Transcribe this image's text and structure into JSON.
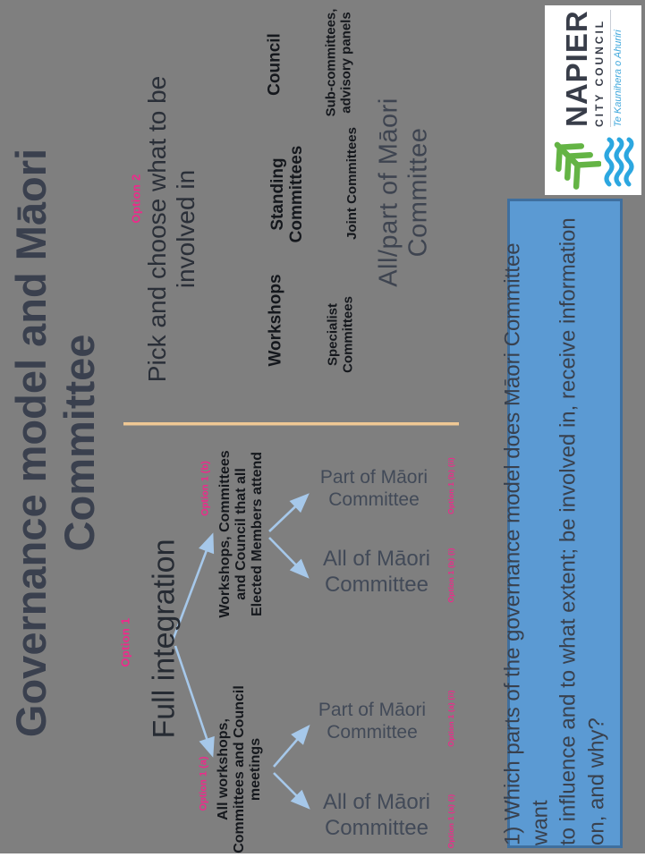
{
  "slide": {
    "title": "Governance model and Māori Committee",
    "option1": {
      "label": "Option 1",
      "heading": "Full integration",
      "branch_a": {
        "label": "Option 1 (a)",
        "description": "All workshops,\nCommittees and Council\nmeetings",
        "outcome_all": {
          "label": "Option 1 (a) (i)",
          "text": "All of Māori\nCommittee"
        },
        "outcome_part": {
          "label": "Option 1 (a) (ii)",
          "text": "Part of Māori\nCommittee"
        }
      },
      "branch_b": {
        "label": "Option 1 (b)",
        "description": "Workshops, Committees\nand Council that all\nElected Members attend",
        "outcome_all": {
          "label": "Option 1 (b) (i)",
          "text": "All of Māori\nCommittee"
        },
        "outcome_part": {
          "label": "Option 1 (b) (ii)",
          "text": "Part of Māori\nCommittee"
        }
      }
    },
    "option2": {
      "label": "Option 2",
      "heading": "Pick and choose what to be\ninvolved in",
      "grid": {
        "workshops": "Workshops",
        "standing": "Standing\nCommittees",
        "council": "Council",
        "specialist": "Specialist\nCommittees",
        "joint": "Joint Committees",
        "subcommittees": "Sub-committees,\nadvisory panels"
      },
      "footer": "All/part of Māori Committee"
    },
    "question": "1) Which parts of the governance model does Māori Committee want\nto influence and to what extent; be involved in, receive information\non, and why?",
    "logo": {
      "name": "NAPIER",
      "subtitle": "CITY COUNCIL",
      "tagline": "Te Kaunihera o Ahuriri"
    },
    "colors": {
      "background": "#7f7f7f",
      "title_navy": "#3a404e",
      "heading_dark": "#2a2f38",
      "label_dark": "#15181d",
      "outcome_slate": "#424a58",
      "accent_pink": "#ee2a8b",
      "arrow_blue": "#a6c8ea",
      "divider_tan": "#efc894",
      "question_fill": "#5b9ad3",
      "question_border": "#3f6f9e",
      "question_text": "#39414e",
      "logo_navy": "#383d49",
      "logo_green": "#64b445",
      "logo_blue": "#2ca7e0"
    }
  }
}
